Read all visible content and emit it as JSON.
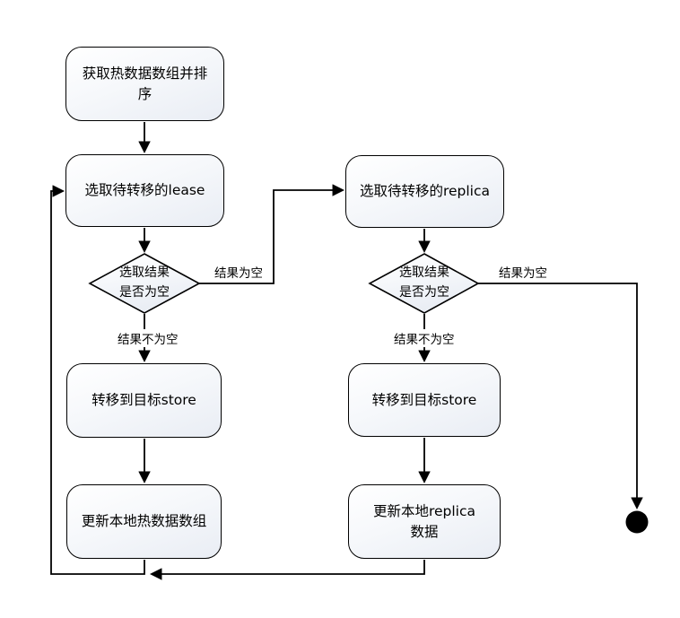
{
  "diagram": {
    "title": "hot data / lease / replica transfer flowchart",
    "background_color": "#ffffff",
    "line_color": "#000000",
    "node_fill_top": "#ffffff",
    "node_fill_bottom": "#e9edf4",
    "end_node_color": "#000000",
    "nodes": {
      "get_hot_data": {
        "label": "获取热数据数组并排\n序",
        "type": "process"
      },
      "select_lease": {
        "label": "选取待转移的lease",
        "type": "process"
      },
      "lease_check": {
        "label": "选取结果\n是否为空",
        "type": "decision"
      },
      "transfer_lease": {
        "label": "转移到目标store",
        "type": "process"
      },
      "update_hot_array": {
        "label": "更新本地热数据数组",
        "type": "process"
      },
      "select_replica": {
        "label": "选取待转移的replica",
        "type": "process"
      },
      "replica_check": {
        "label": "选取结果\n是否为空",
        "type": "decision"
      },
      "transfer_replica": {
        "label": "转移到目标store",
        "type": "process"
      },
      "update_replica": {
        "label": "更新本地replica\n数据",
        "type": "process"
      },
      "end": {
        "label": "",
        "type": "terminal"
      }
    },
    "edge_labels": {
      "lease_result_empty": "结果为空",
      "lease_result_not_empty": "结果不为空",
      "replica_result_empty": "结果为空",
      "replica_result_not_empty": "结果不为空"
    }
  }
}
